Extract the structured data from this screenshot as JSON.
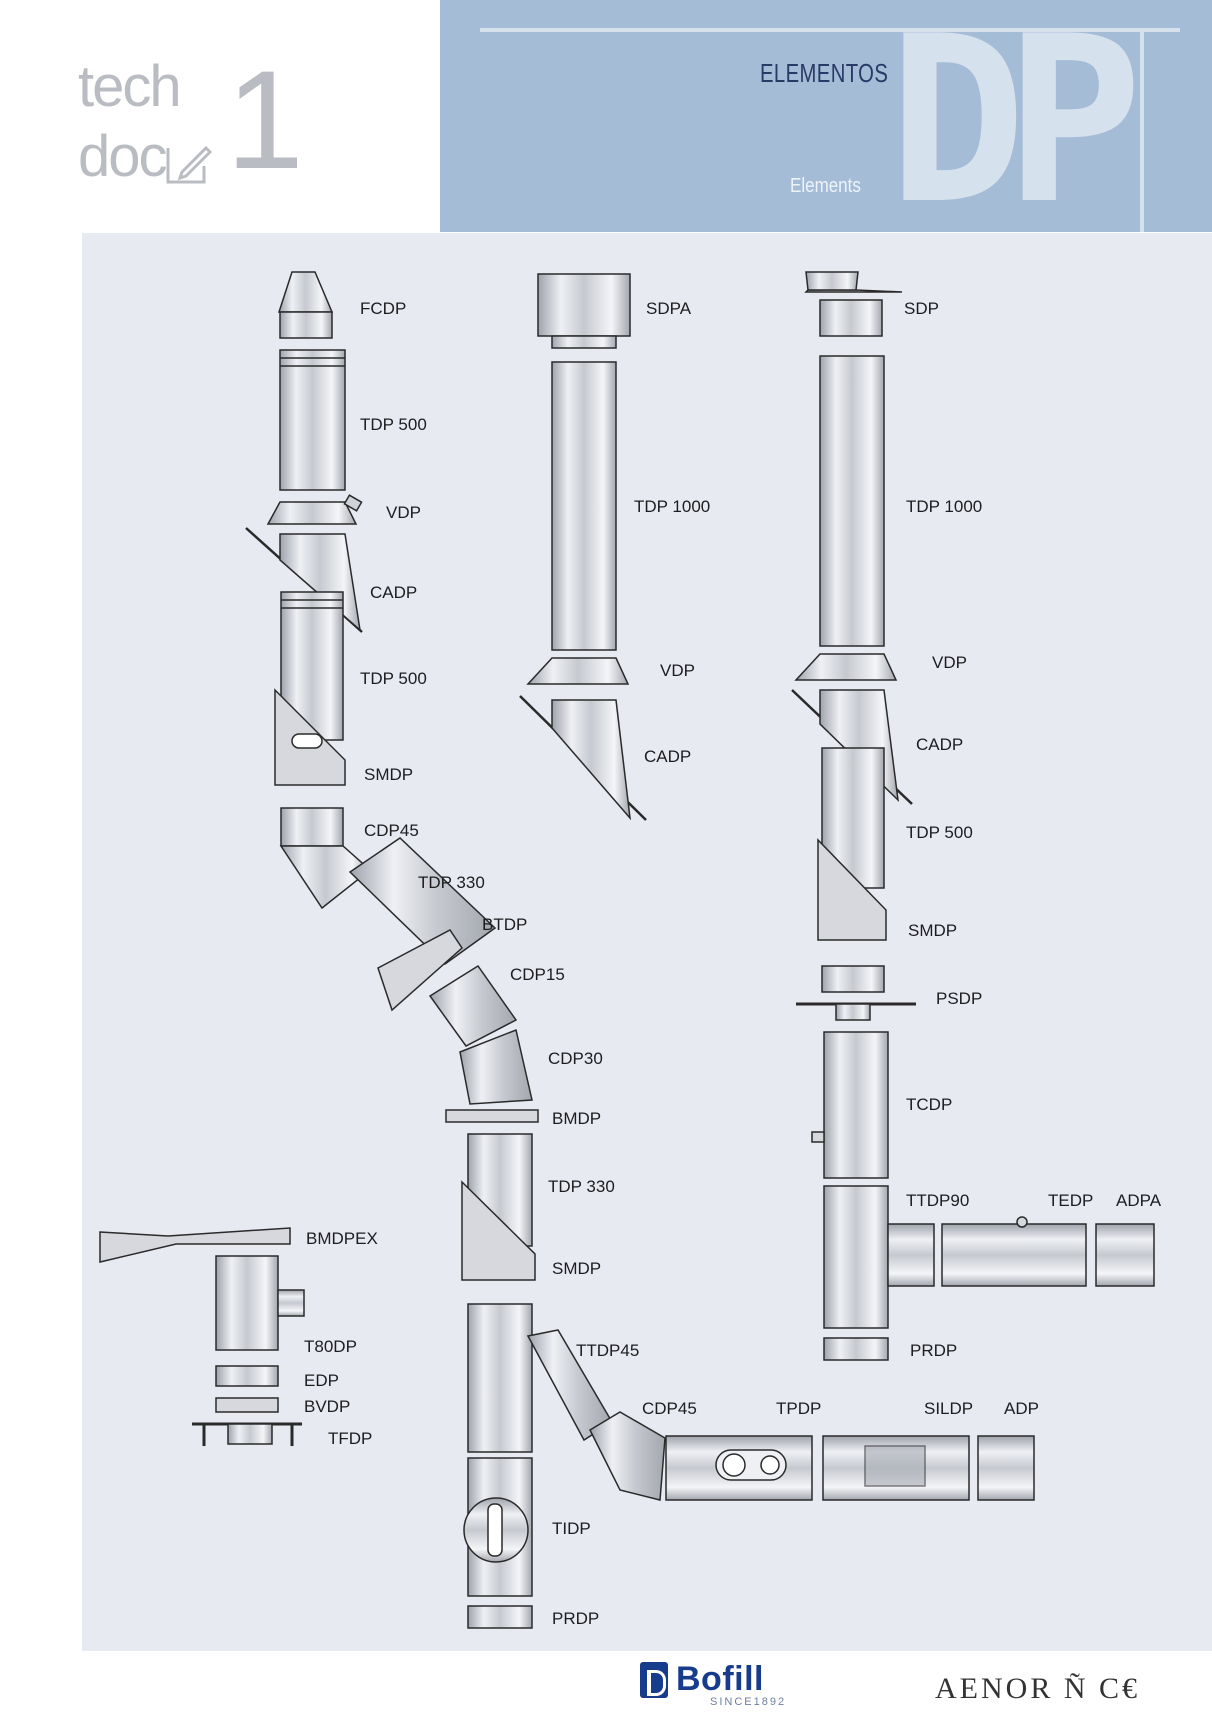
{
  "logo": {
    "line1": "tech",
    "line2": "doc",
    "number": "1"
  },
  "header": {
    "title_es": "ELEMENTOS",
    "title_en": "Elements",
    "big_letters": "DP"
  },
  "labels": {
    "fcdp": "FCDP",
    "tdp500_a": "TDP 500",
    "vdp_a": "VDP",
    "cadp_a": "CADP",
    "tdp500_b": "TDP 500",
    "smdp_a": "SMDP",
    "cdp45_a": "CDP45",
    "tdp330_a": "TDP 330",
    "btdp": "BTDP",
    "cdp15": "CDP15",
    "cdp30": "CDP30",
    "bmdp": "BMDP",
    "tdp330_b": "TDP 330",
    "smdp_b": "SMDP",
    "ttdp45": "TTDP45",
    "cdp45_b": "CDP45",
    "tpdp": "TPDP",
    "sildp": "SILDP",
    "adp": "ADP",
    "tidp": "TIDP",
    "prdp_a": "PRDP",
    "sdpa": "SDPA",
    "tdp1000_a": "TDP 1000",
    "vdp_b": "VDP",
    "cadp_b": "CADP",
    "sdp": "SDP",
    "tdp1000_b": "TDP 1000",
    "vdp_c": "VDP",
    "cadp_c": "CADP",
    "tdp500_c": "TDP 500",
    "smdp_c": "SMDP",
    "psdp": "PSDP",
    "tcdp": "TCDP",
    "ttdp90": "TTDP90",
    "tedp": "TEDP",
    "adpa": "ADPA",
    "prdp_b": "PRDP",
    "bmdpex": "BMDPEX",
    "t80dp": "T80DP",
    "edp": "EDP",
    "bvdp": "BVDP",
    "tfdp": "TFDP"
  },
  "footer": {
    "brand": "Bofill",
    "brand_sub": "SINCE1892",
    "cert": "AENOR"
  },
  "colors": {
    "band": "#a5bcd7",
    "panel": "#e8eaf2",
    "brand": "#173c8c",
    "header_text": "#283a66"
  }
}
